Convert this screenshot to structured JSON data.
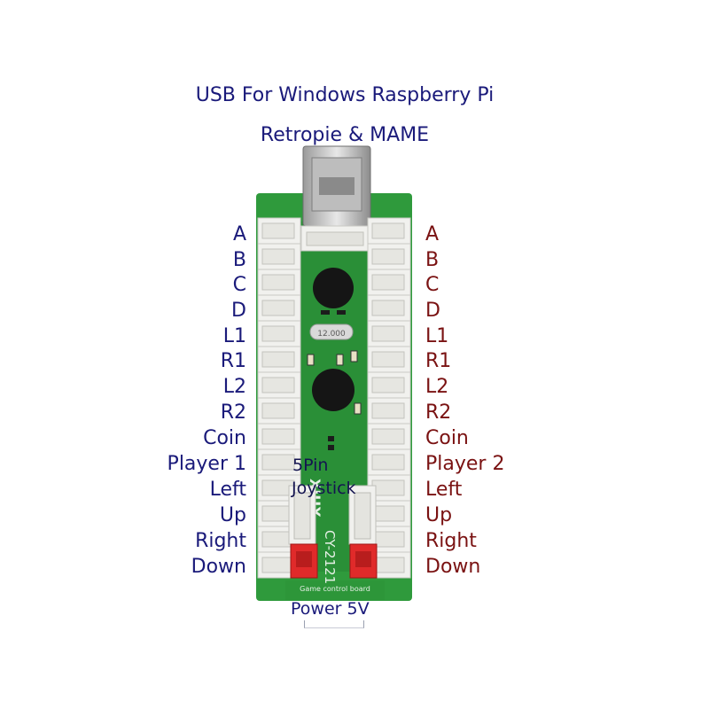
{
  "header": {
    "title_line1": "USB For Windows Raspberry Pi",
    "title_line2": "Retropie & MAME"
  },
  "colors": {
    "left_labels": "#1a1a7a",
    "right_labels": "#7a1212",
    "pcb": "#2f9a3c",
    "connector": "#f1f1ee",
    "power_connector": "#e02a2a"
  },
  "left_labels": [
    "A",
    "B",
    "C",
    "D",
    "L1",
    "R1",
    "L2",
    "R2",
    "Coin",
    "Player 1",
    "Left",
    "Up",
    "Right",
    "Down"
  ],
  "right_labels": [
    "A",
    "B",
    "C",
    "D",
    "L1",
    "R1",
    "L2",
    "R2",
    "Coin",
    "Player 2",
    "Left",
    "Up",
    "Right",
    "Down"
  ],
  "board": {
    "pin_label": "5Pin",
    "joystick_label": "Joystick",
    "power_label": "Power 5V",
    "crystal_label": "12.000",
    "model_label": "CY-2121",
    "brand_label": "XIUX",
    "bottom_silk": "Game control board"
  },
  "icons": {
    "usb": "usb-b-port-icon",
    "chip": "ic-chip-icon",
    "crystal": "crystal-oscillator-icon"
  }
}
